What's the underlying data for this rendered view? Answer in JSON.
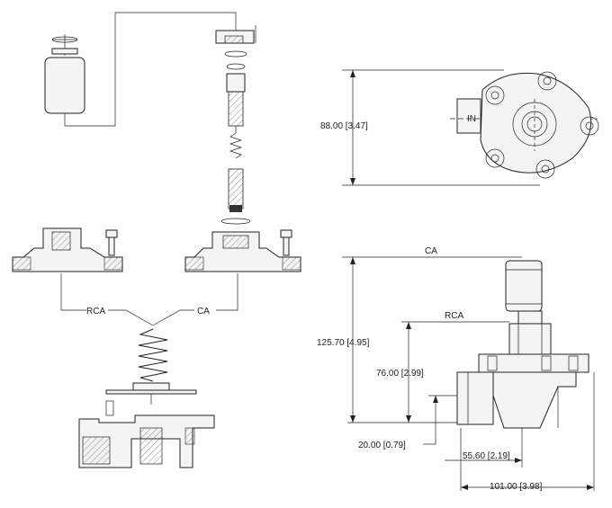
{
  "exploded_view": {
    "label_rca": "RCA",
    "label_ca": "CA"
  },
  "top_view": {
    "height_dim": "88.00 [3.47]",
    "inlet_mark": "IN"
  },
  "side_view": {
    "label_ca": "CA",
    "label_rca": "RCA",
    "overall_height_dim": "125.70 [4.95]",
    "body_height_dim": "76.00 [2.99]",
    "inlet_offset_dim": "20.00 [0.79]",
    "outlet_offset_dim": "55.60 [2.19]",
    "overall_width_dim": "101.00 [3.98]"
  }
}
